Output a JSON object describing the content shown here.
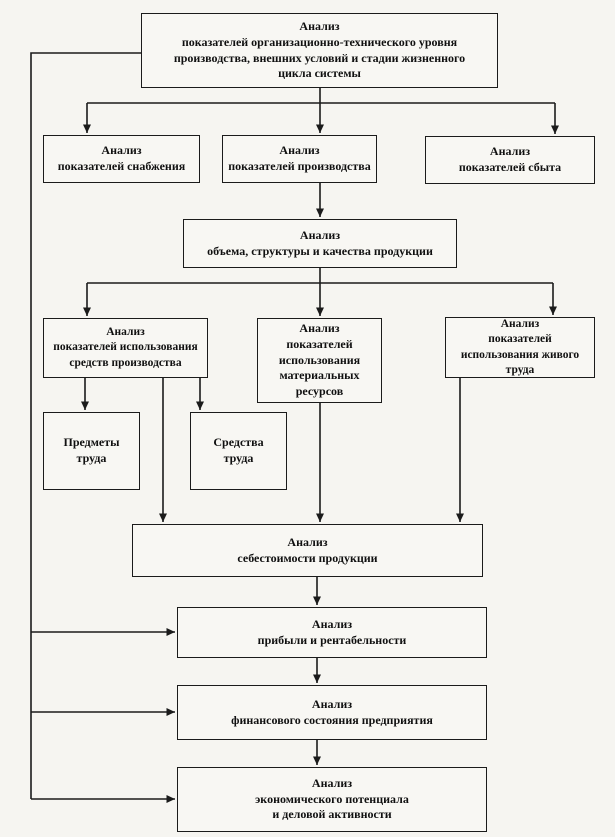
{
  "diagram": {
    "type": "flowchart",
    "language": "ru",
    "colors": {
      "line": "#1b1b1b",
      "background": "#f6f5f1",
      "box_background": "#f8f7f3",
      "text": "#101010"
    },
    "nodes": {
      "org_tech_level": {
        "label": "Анализ\nпоказателей организационно-технического уровня\nпроизводства, внешних условий и стадии жизненного\nцикла системы"
      },
      "supply": {
        "label": "Анализ\nпоказателей снабжения"
      },
      "production": {
        "label": "Анализ\nпоказателей производства"
      },
      "sales": {
        "label": "Анализ\nпоказателей сбыта"
      },
      "volume_quality": {
        "label": "Анализ\nобъема, структуры и качества продукции"
      },
      "means_of_production": {
        "label": "Анализ\nпоказателей использования\nсредств производства"
      },
      "material_resources": {
        "label": "Анализ\nпоказателей\nиспользования\nматериальных\nресурсов"
      },
      "living_labor": {
        "label": "Анализ\nпоказателей\nиспользования живого\nтруда"
      },
      "objects_of_labor": {
        "label": "Предметы\nтруда"
      },
      "means_of_labor": {
        "label": "Средства\nтруда"
      },
      "cost": {
        "label": "Анализ\nсебестоимости продукции"
      },
      "profit": {
        "label": "Анализ\nприбыли и рентабельности"
      },
      "financial_state": {
        "label": "Анализ\nфинансового состояния предприятия"
      },
      "economic_potential": {
        "label": "Анализ\nэкономического потенциала\nи деловой активности"
      }
    }
  }
}
